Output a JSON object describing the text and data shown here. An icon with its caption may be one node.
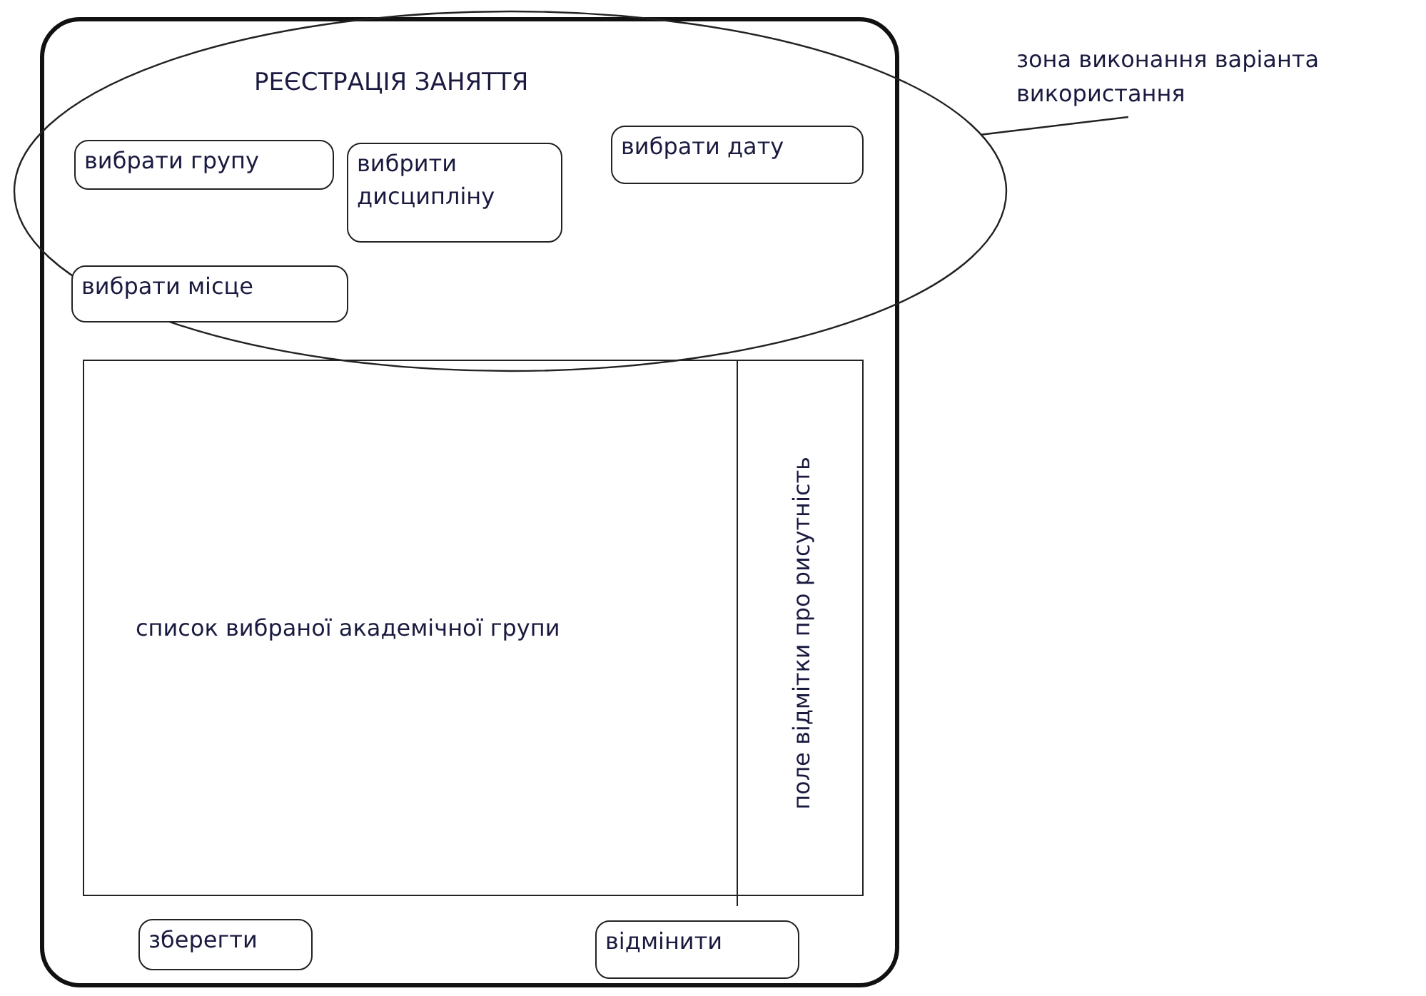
{
  "diagram": {
    "title": "РЕЄСТРАЦІЯ ЗАНЯТТЯ",
    "nodes": [
      {
        "text": [],
        "shape": "box"
      },
      {
        "text": [],
        "shape": "ellipse"
      },
      {
        "text": [
          "вибрати групу"
        ],
        "in": 1
      },
      {
        "text": [
          "вибрити дисципліну"
        ],
        "in": 1
      },
      {
        "text": [
          "вибрати дату"
        ],
        "in": 1
      },
      {
        "text": [
          "вибрати місце"
        ],
        "in": 1
      },
      {
        "text": [
          "список вибраної академічної групи"
        ],
        "in": 0
      },
      {
        "text": [
          "поле відмітки про рисутність"
        ],
        "in": 6
      },
      {
        "text": [
          "зберегти"
        ],
        "in": 0
      },
      {
        "text": [
          "відмінити"
        ],
        "in": 0
      },
      {
        "text": [
          "зона виконання варіанта використання"
        ]
      }
    ],
    "edges": [
      {
        "from": 10,
        "to": 1,
        "arrow": "none"
      }
    ]
  }
}
